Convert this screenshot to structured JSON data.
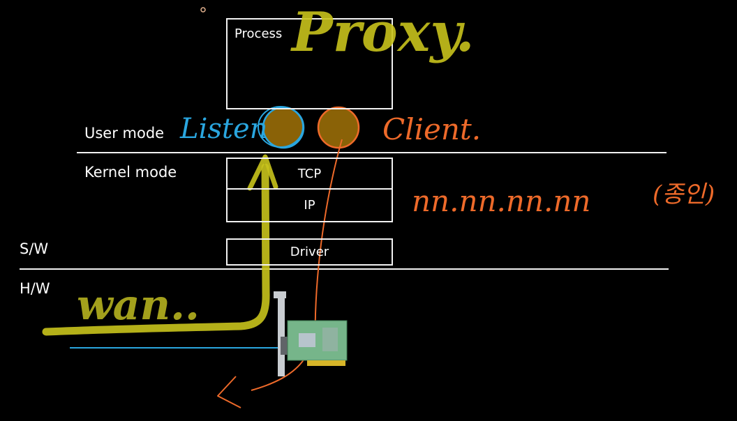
{
  "labels": {
    "user_mode": "User mode",
    "kernel_mode": "Kernel mode",
    "sw": "S/W",
    "hw": "H/W"
  },
  "boxes": {
    "process": "Process",
    "tcp": "TCP",
    "ip": "IP",
    "driver": "Driver"
  },
  "annotations": {
    "proxy": "Proxy.",
    "listen": "Listen",
    "client": "Client.",
    "ip_pattern": "nn.nn.nn.nn",
    "wan": "wan..",
    "paren_note": "(종인)"
  },
  "icons": {
    "nic": "network-interface-card-icon",
    "cursor": "cursor-dot-icon"
  },
  "colors": {
    "background": "#000000",
    "line": "#f2f2f2",
    "text": "#ffffff",
    "proxy_pen": "#c8c31c",
    "wan_pen": "#a3a01c",
    "listen_pen": "#2aa6df",
    "client_pen": "#ee6a2a",
    "socket_fill": "#8a6207"
  }
}
